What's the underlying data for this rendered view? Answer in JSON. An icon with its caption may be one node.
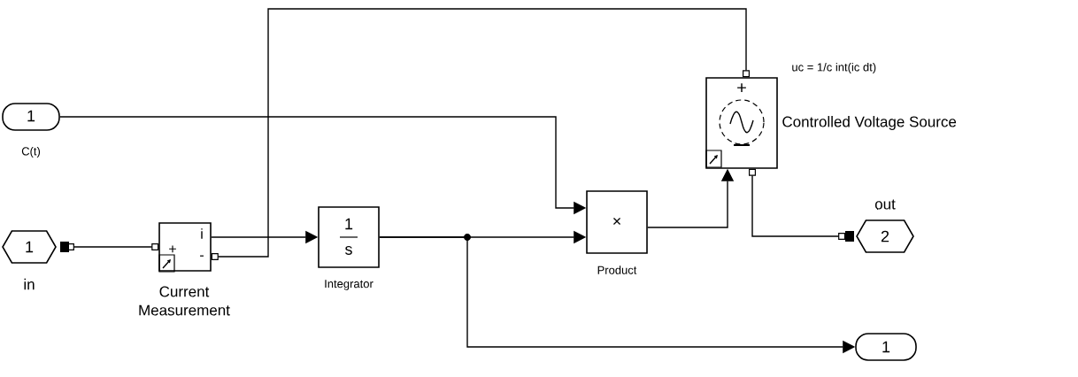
{
  "diagram": {
    "nodes": [
      {
        "text": [
          "1"
        ],
        "beside": [
          "C(t)"
        ]
      },
      {
        "text": [
          "1"
        ],
        "beside": [
          "in"
        ]
      },
      {
        "text": [
          "+",
          "i",
          "-"
        ],
        "beside": [
          "Current Measurement"
        ]
      },
      {
        "text": [
          "1",
          "s"
        ],
        "beside": [
          "Integrator"
        ]
      },
      {
        "text": [
          "×"
        ],
        "beside": [
          "Product"
        ]
      },
      {
        "text": [
          "+"
        ],
        "beside": [
          "Controlled Voltage Source",
          "uc = 1/c int(ic dt)"
        ]
      },
      {
        "text": [
          "2"
        ],
        "beside": [
          "out"
        ]
      },
      {
        "text": [
          "1"
        ]
      }
    ],
    "edges": [
      {
        "from": 0,
        "to": 4,
        "arrow": "to"
      },
      {
        "from": 1,
        "to": 2,
        "arrow": "other"
      },
      {
        "from": 2,
        "to": 3,
        "arrow": "to"
      },
      {
        "from": 2,
        "to": 5,
        "arrow": "other"
      },
      {
        "from": 3,
        "to": 4,
        "arrow": "to"
      },
      {
        "from": 3,
        "to": 7,
        "arrow": "to"
      },
      {
        "from": 4,
        "to": 5,
        "arrow": "to"
      },
      {
        "from": 5,
        "to": 6,
        "arrow": "other"
      }
    ]
  }
}
